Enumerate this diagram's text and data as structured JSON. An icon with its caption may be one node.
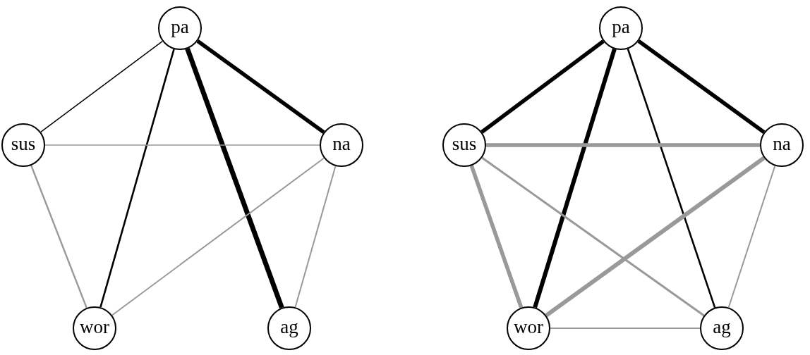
{
  "diagram": {
    "nodes": [
      {
        "text": [
          "pa"
        ]
      },
      {
        "text": [
          "sus"
        ]
      },
      {
        "text": [
          "na"
        ]
      },
      {
        "text": [
          "wor"
        ]
      },
      {
        "text": [
          "ag"
        ]
      },
      {
        "text": [
          "pa"
        ]
      },
      {
        "text": [
          "sus"
        ]
      },
      {
        "text": [
          "na"
        ]
      },
      {
        "text": [
          "wor"
        ]
      },
      {
        "text": [
          "ag"
        ]
      }
    ],
    "edges": [
      {
        "from": 0,
        "to": 1,
        "arrow": "none",
        "color": "#000000"
      },
      {
        "from": 0,
        "to": 3,
        "arrow": "none",
        "color": "#000000"
      },
      {
        "from": 0,
        "to": 4,
        "arrow": "none",
        "style": "thick",
        "color": "#000000"
      },
      {
        "from": 0,
        "to": 2,
        "arrow": "none",
        "style": "thick",
        "color": "#000000"
      },
      {
        "from": 1,
        "to": 2,
        "arrow": "none"
      },
      {
        "from": 1,
        "to": 3,
        "arrow": "none"
      },
      {
        "from": 2,
        "to": 3,
        "arrow": "none"
      },
      {
        "from": 2,
        "to": 4,
        "arrow": "none"
      },
      {
        "from": 5,
        "to": 6,
        "arrow": "none",
        "style": "thick",
        "color": "#000000"
      },
      {
        "from": 5,
        "to": 8,
        "arrow": "none",
        "style": "thick",
        "color": "#000000"
      },
      {
        "from": 5,
        "to": 9,
        "arrow": "none",
        "color": "#000000"
      },
      {
        "from": 5,
        "to": 7,
        "arrow": "none",
        "style": "thick",
        "color": "#000000"
      },
      {
        "from": 6,
        "to": 7,
        "arrow": "none",
        "style": "thick"
      },
      {
        "from": 6,
        "to": 8,
        "arrow": "none",
        "style": "thick"
      },
      {
        "from": 6,
        "to": 9,
        "arrow": "none"
      },
      {
        "from": 7,
        "to": 8,
        "arrow": "none",
        "style": "thick"
      },
      {
        "from": 7,
        "to": 9,
        "arrow": "none"
      },
      {
        "from": 8,
        "to": 9,
        "arrow": "none"
      }
    ]
  }
}
